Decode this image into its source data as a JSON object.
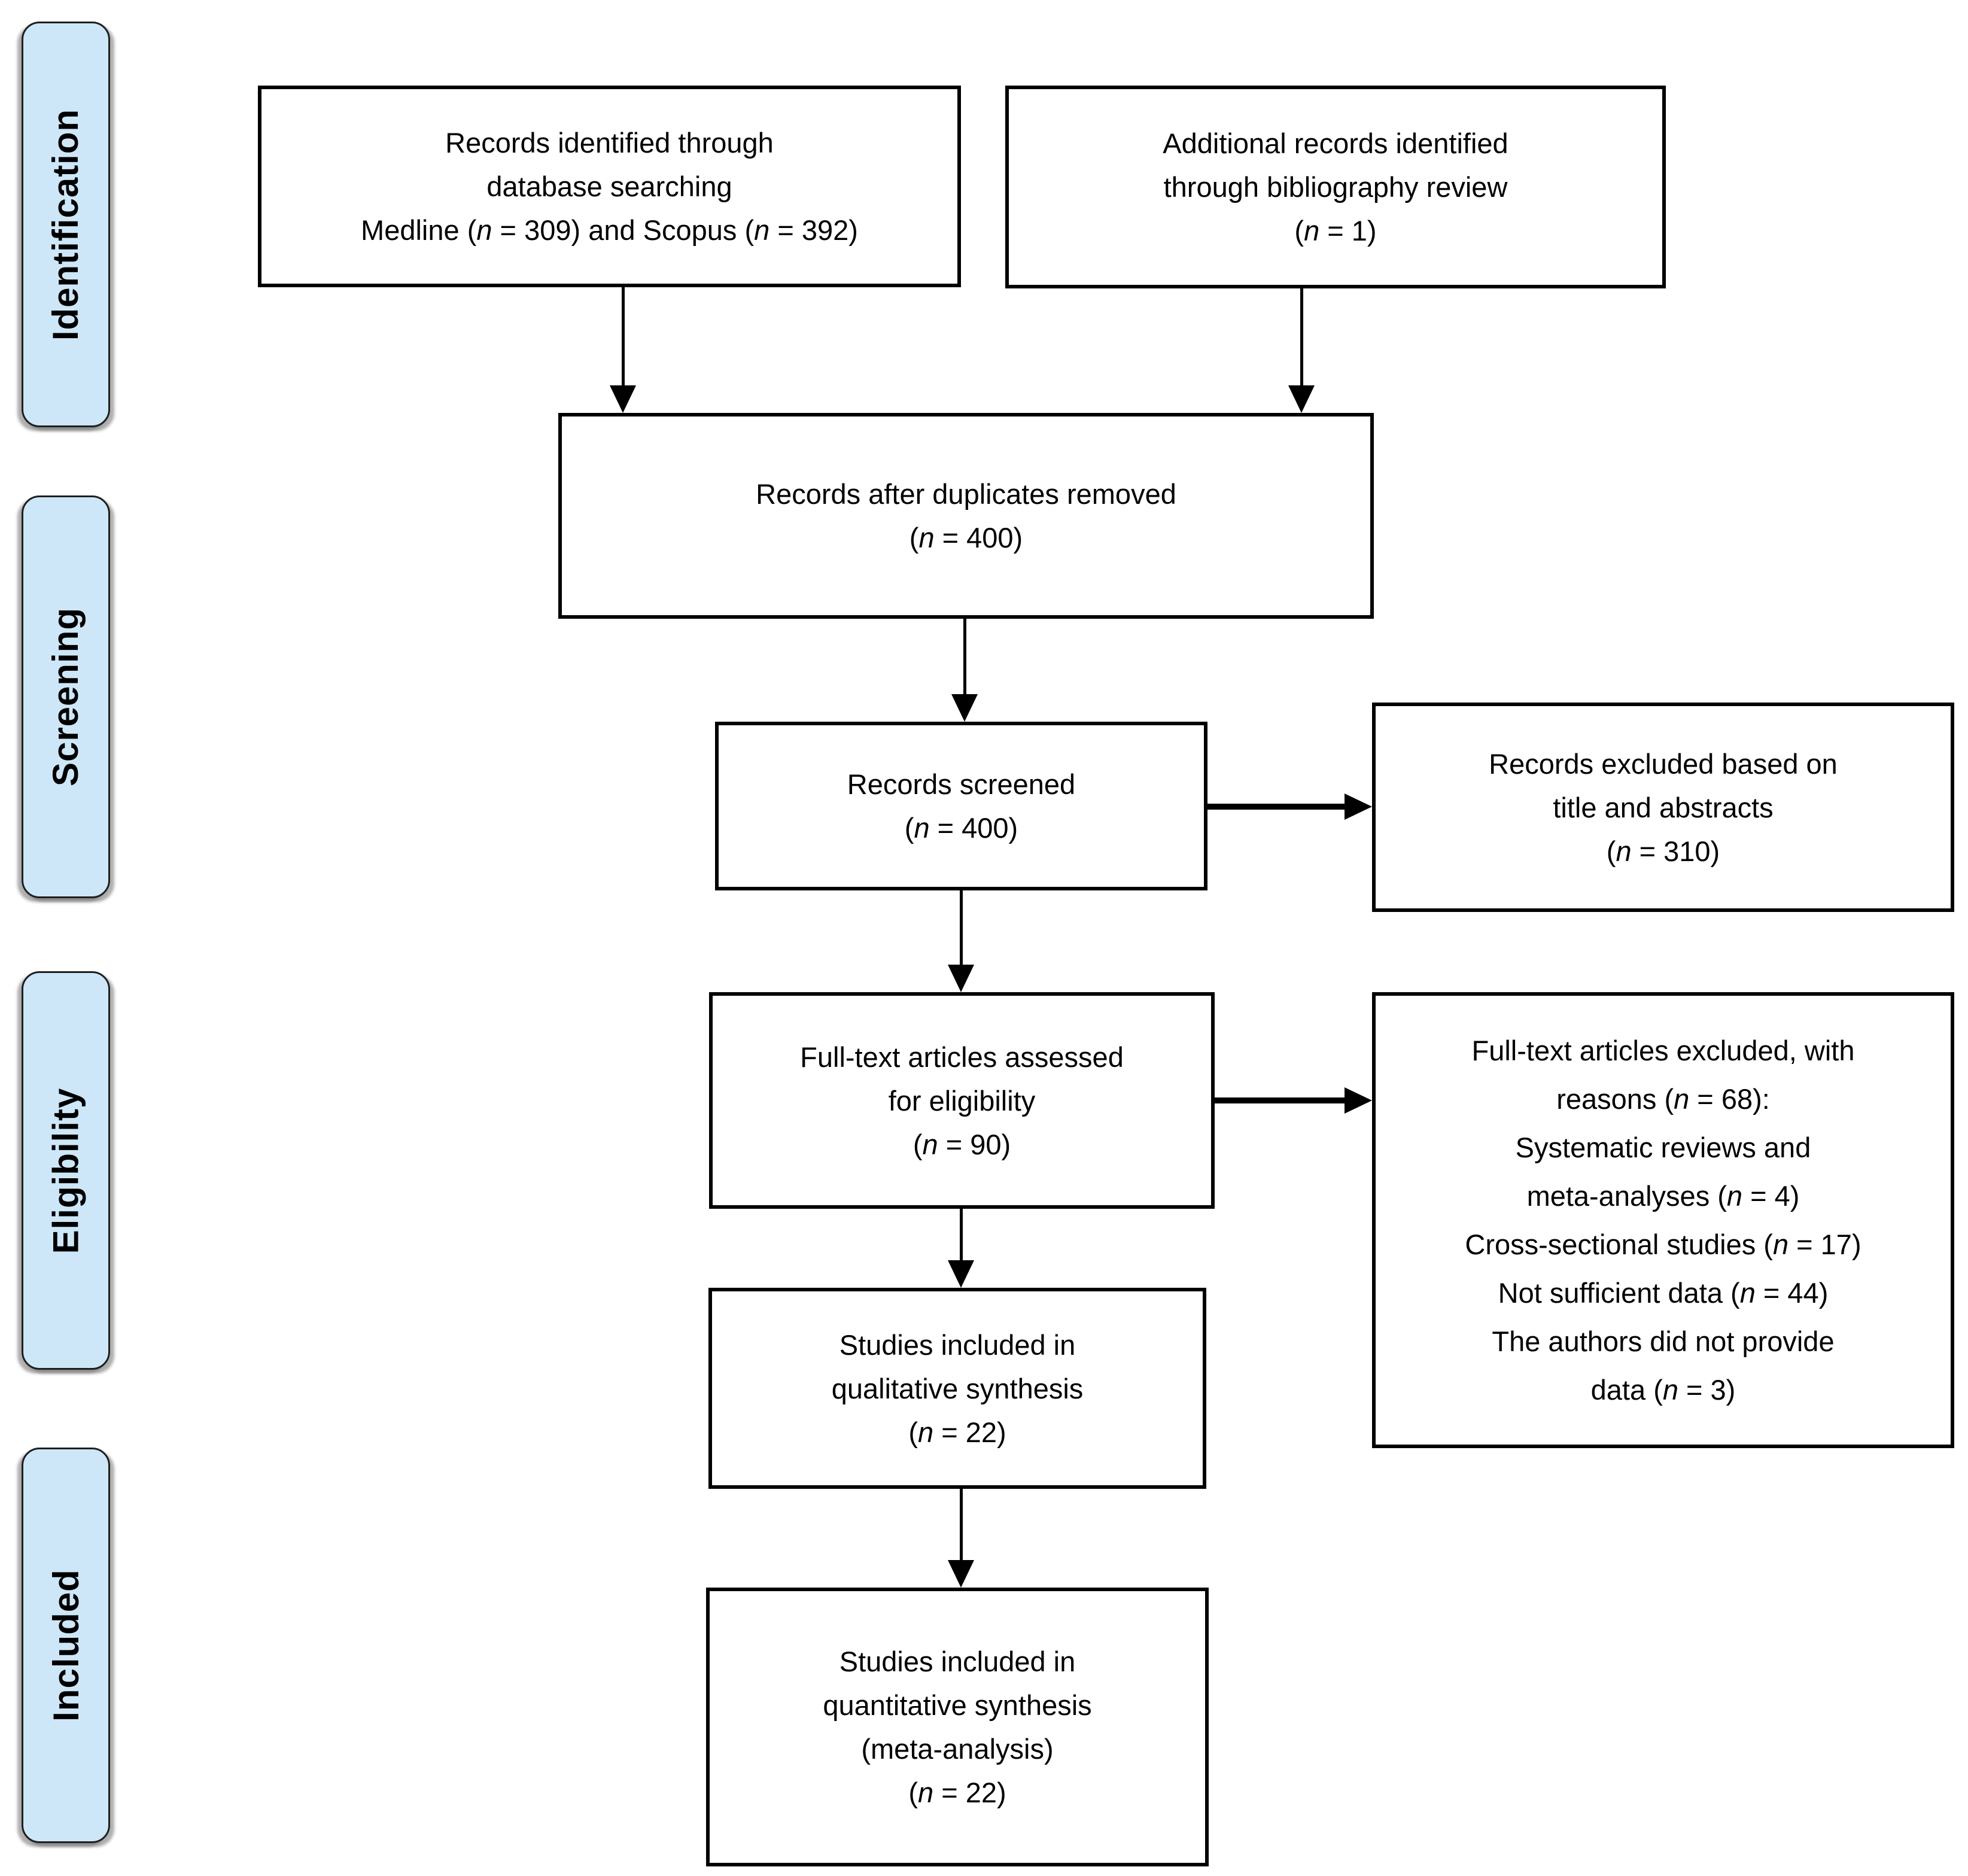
{
  "diagram": {
    "type": "prisma-flow-diagram",
    "stages": [
      {
        "label": "Identification"
      },
      {
        "label": "Screening"
      },
      {
        "label": "Eligibility"
      },
      {
        "label": "Included"
      }
    ],
    "boxes": {
      "identified": {
        "lines": [
          "Records identified through",
          "database searching",
          "Medline (n = 309) and Scopus (n = 392)"
        ]
      },
      "additional": {
        "lines": [
          "Additional records identified",
          "through bibliography review",
          "(n = 1)"
        ]
      },
      "deduplicated": {
        "lines": [
          "Records after duplicates removed",
          "(n = 400)"
        ]
      },
      "screened": {
        "lines": [
          "Records screened",
          "(n = 400)"
        ]
      },
      "excluded_title_abstract": {
        "lines": [
          "Records excluded based on",
          "title and abstracts",
          "(n = 310)"
        ]
      },
      "fulltext_assessed": {
        "lines": [
          "Full-text articles assessed",
          "for eligibility",
          "(n = 90)"
        ]
      },
      "fulltext_excluded": {
        "lines": [
          "Full-text articles excluded, with",
          "reasons (n = 68):",
          "Systematic reviews and",
          "meta-analyses (n = 4)",
          "Cross-sectional studies (n = 17)",
          "Not sufficient data (n = 44)",
          "The authors did not provide",
          "data (n = 3)"
        ]
      },
      "qualitative": {
        "lines": [
          "Studies included in",
          "qualitative synthesis",
          "(n = 22)"
        ]
      },
      "quantitative": {
        "lines": [
          "Studies included in",
          "quantitative synthesis",
          "(meta-analysis)",
          "(n = 22)"
        ]
      }
    },
    "colors": {
      "stage_fill": "#cde7f8",
      "stage_border": "#1f1f1f",
      "box_fill": "#ffffff",
      "box_border": "#000000",
      "arrow": "#000000",
      "shadow": "#6e6e6e"
    }
  }
}
